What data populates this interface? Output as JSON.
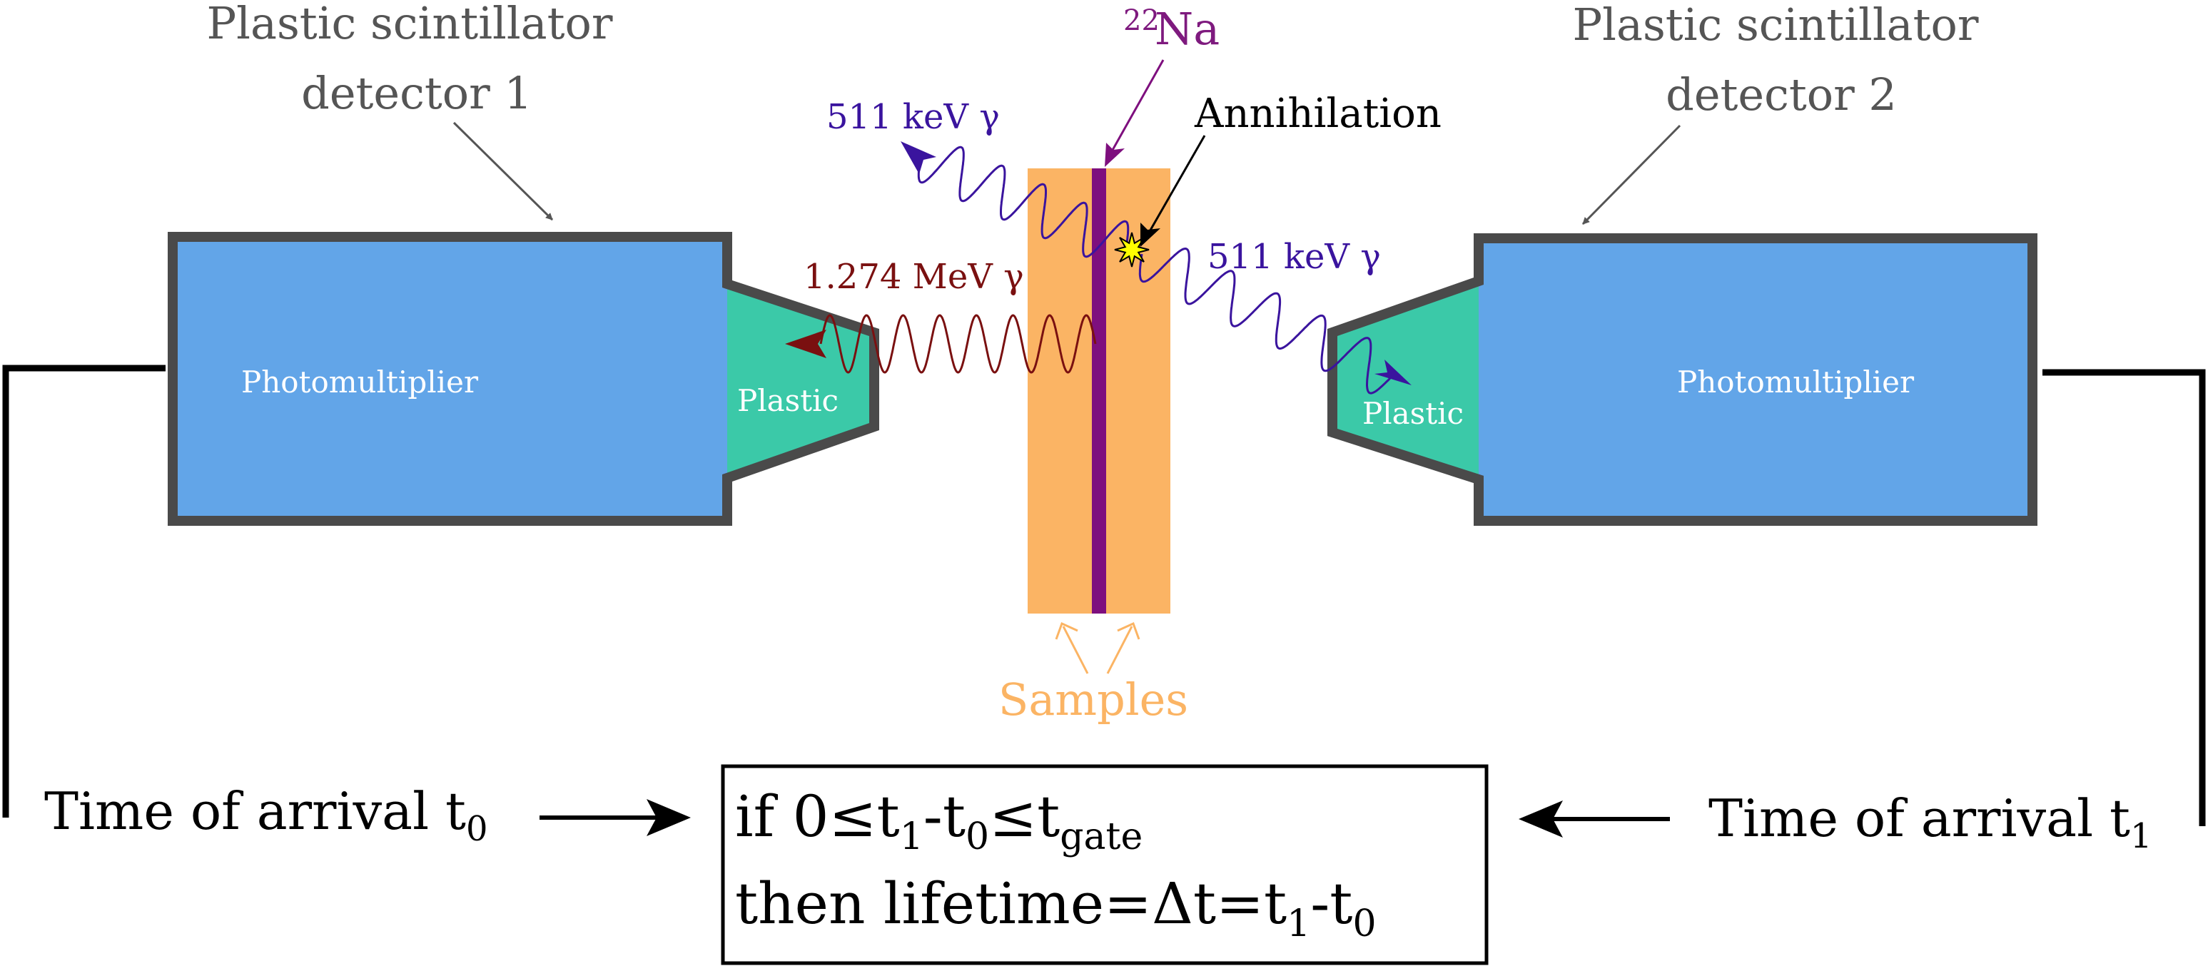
{
  "colors": {
    "pmt_fill": "#62a5e8",
    "pmt_border": "#4a4a4a",
    "plastic_fill": "#3bc9a8",
    "sample_fill": "#fbb464",
    "source_line": "#7e0f7e",
    "gamma_511": "#3a149e",
    "gamma_1274": "#7a1010",
    "na_label": "#7e1a7e",
    "samples_label": "#fbb464",
    "gray_text": "#555555",
    "black": "#000000",
    "white": "#ffffff",
    "star": "#ffff00"
  },
  "labels": {
    "detector1": {
      "line1": "Plastic scintillator",
      "line2": "detector 1"
    },
    "detector2": {
      "line1": "Plastic scintillator",
      "line2": "detector 2"
    },
    "na_superscript": "22",
    "na_symbol": "Na",
    "annihilation": "Annihilation",
    "gamma_511_left": "511 keV γ",
    "gamma_511_right": "511 keV γ",
    "gamma_1274": "1.274 MeV γ",
    "pmt_left": "Photomultiplier",
    "pmt_right": "Photomultiplier",
    "plastic_left": "Plastic",
    "plastic_right": "Plastic",
    "samples": "Samples"
  },
  "timing": {
    "left_prefix": "Time of arrival t",
    "left_sub": "0",
    "right_prefix": "Time of arrival t",
    "right_sub": "1"
  },
  "logic_box": {
    "line1": {
      "p1": "if 0≤t",
      "s1": "1",
      "p2": "-t",
      "s2": "0",
      "p3": "≤t",
      "s3": "gate"
    },
    "line2": {
      "p1": "then lifetime=Δt=t",
      "s1": "1",
      "p2": "-t",
      "s2": "0"
    }
  }
}
